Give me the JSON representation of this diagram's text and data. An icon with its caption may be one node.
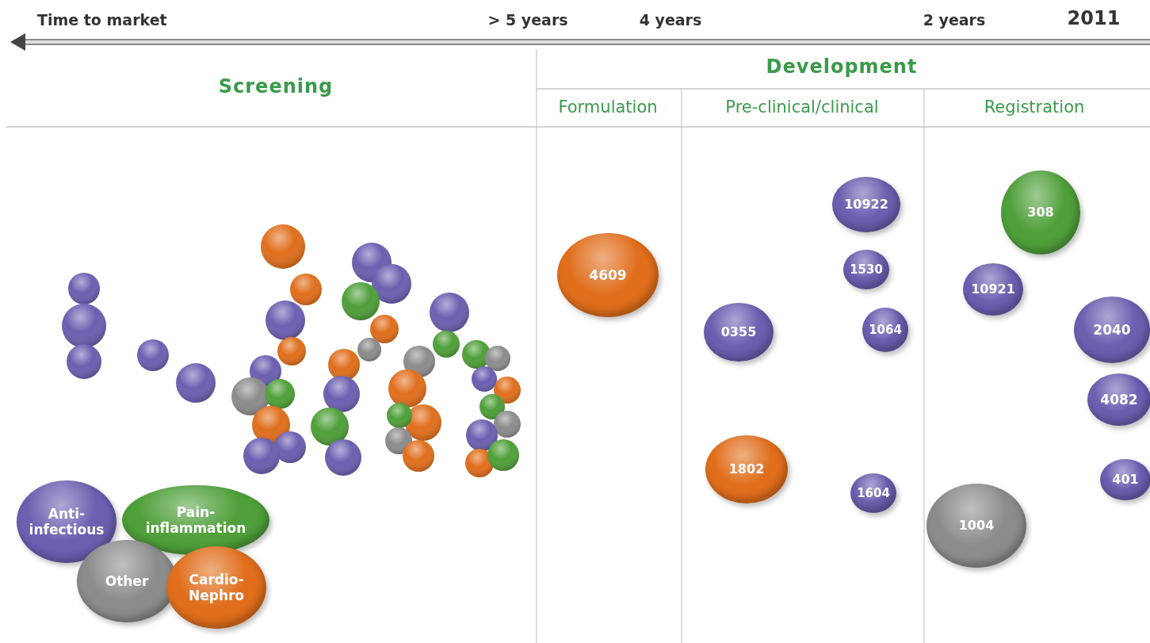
{
  "diagram": {
    "nodes": [
      {
        "text": [
          "4609"
        ]
      },
      {
        "text": [
          "10922"
        ]
      },
      {
        "text": [
          "1530"
        ]
      },
      {
        "text": [
          "0355"
        ]
      },
      {
        "text": [
          "1064"
        ]
      },
      {
        "text": [
          "1802"
        ]
      },
      {
        "text": [
          "1604"
        ]
      },
      {
        "text": [
          "308"
        ]
      },
      {
        "text": [
          "10921"
        ]
      },
      {
        "text": [
          "2040"
        ]
      },
      {
        "text": [
          "4082"
        ]
      },
      {
        "text": [
          "401"
        ]
      },
      {
        "text": [
          "1004"
        ]
      }
    ],
    "labels": [
      "Time to market",
      "> 5 years",
      "4 years",
      "2 years",
      "2011",
      "Screening",
      "Development",
      "Formulation",
      "Pre-clinical/clinical",
      "Registration"
    ],
    "legend": [
      {
        "text": "Anti-infectious",
        "color": "#6b5fb0"
      },
      {
        "text": "Pain-inflammation",
        "color": "#4f9f3a"
      },
      {
        "text": "Other",
        "color": "#8c8c8c"
      },
      {
        "text": "Cardio-Nephro",
        "color": "#e06e1c"
      }
    ]
  }
}
